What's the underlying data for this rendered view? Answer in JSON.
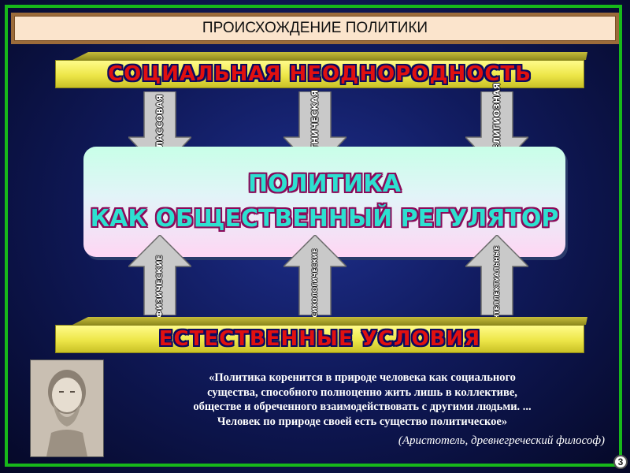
{
  "title": "ПРОИСХОЖДЕНИЕ ПОЛИТИКИ",
  "top_slab": "СОЦИАЛЬНАЯ НЕОДНОРОДНОСТЬ",
  "bottom_slab": "ЕСТЕСТВЕННЫЕ УСЛОВИЯ",
  "center": {
    "line1": "ПОЛИТИКА",
    "line2": "КАК ОБЩЕСТВЕННЫЙ РЕГУЛЯТОР"
  },
  "down_arrows": [
    "КЛАССОВАЯ",
    "ЭТНИЧЕСКАЯ",
    "РЕЛИГИОЗНАЯ"
  ],
  "up_arrows": [
    "ФИЗИЧЕСКИЕ",
    "ПСИХОЛОГИЧЕСКИЕ",
    "ИНТЕЛЛЕКТУАЛЬНЫЕ"
  ],
  "quote_lines": [
    "«Политика коренится в природе человека как социального",
    "существа, способного полноценно жить лишь в коллективе,",
    "обществе и обреченного взаимодействовать с другими людьми. ...",
    "Человек по природе своей есть существо политическое»"
  ],
  "attribution": "(Аристотель, древнегреческий философ)",
  "page_number": "3",
  "colors": {
    "frame": "#17b81a",
    "slab": "#ede648",
    "slab_text": "#e01010",
    "center_text": "#2de0d0",
    "arrow": "#c9c9c9"
  }
}
